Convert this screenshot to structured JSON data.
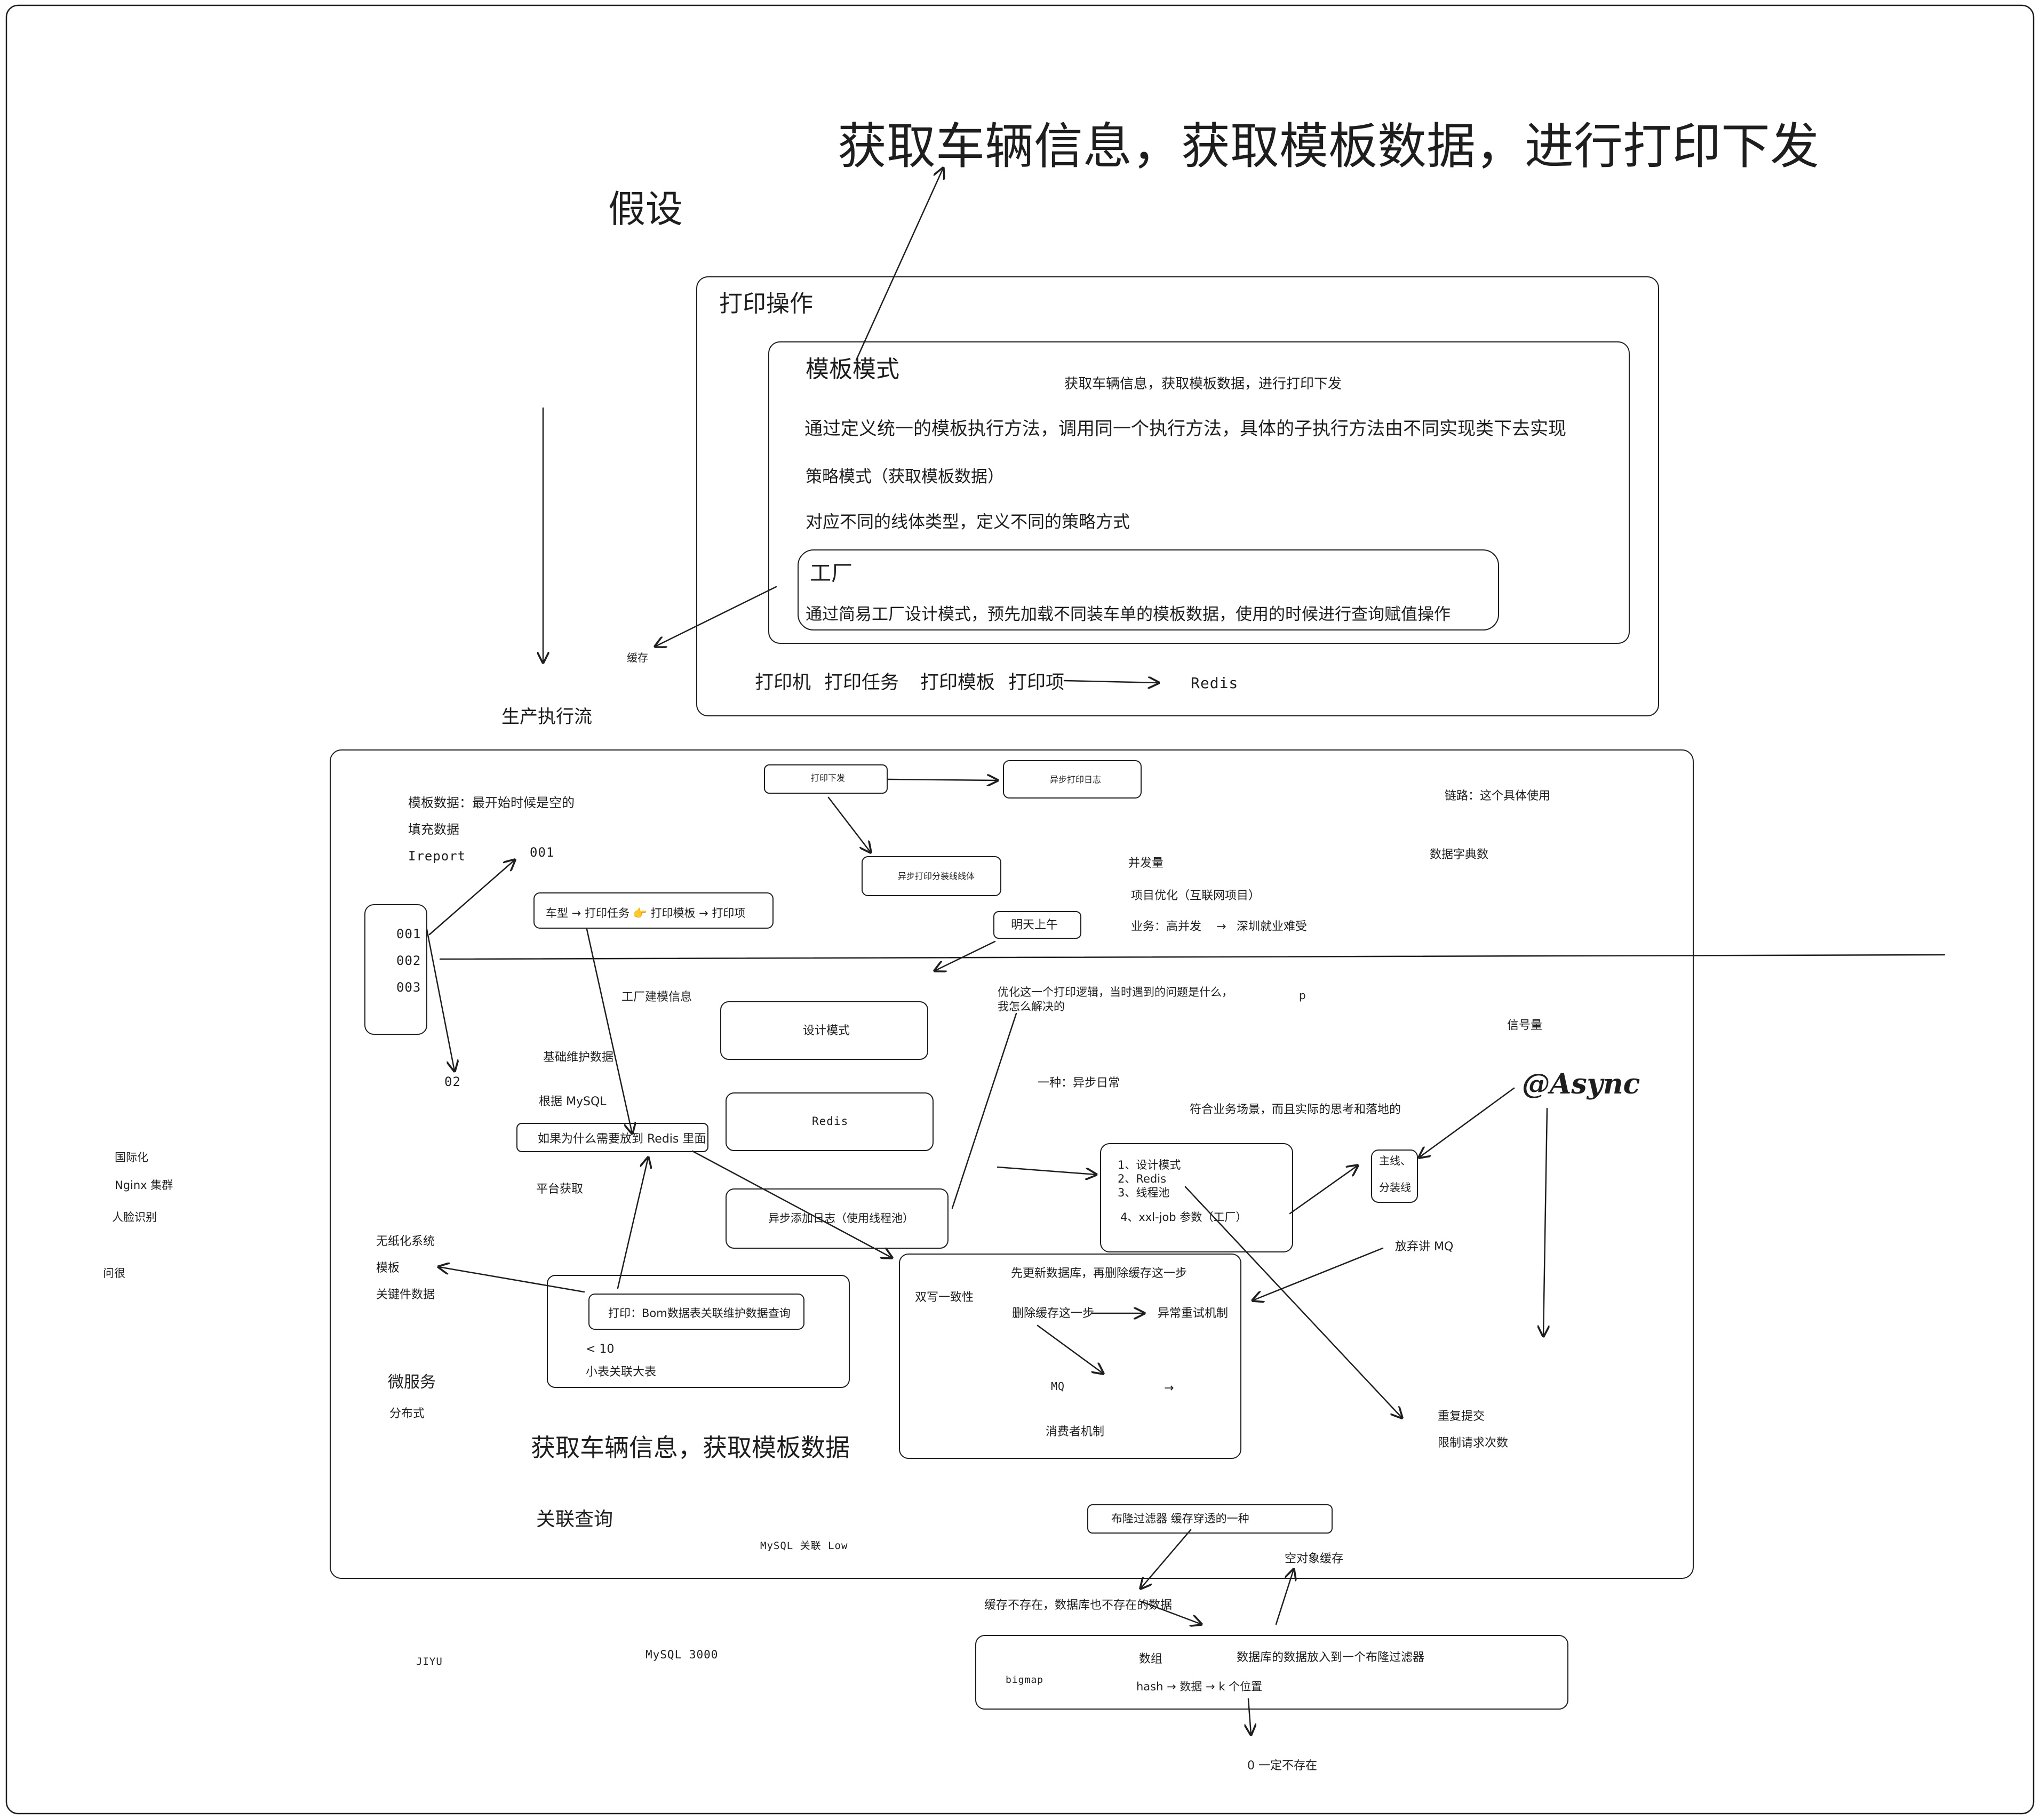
{
  "headline": "获取车辆信息，获取模板数据，进行打印下发",
  "assumption": "假设",
  "print_ops": {
    "title": "打印操作",
    "template_mode": "模板模式",
    "template_summary": "获取车辆信息，获取模板数据，进行打印下发",
    "template_desc": "通过定义统一的模板执行方法，调用同一个执行方法，具体的子执行方法由不同实现类下去实现",
    "strategy": "策略模式（获取模板数据）",
    "strategy_desc": "对应不同的线体类型，定义不同的策略方式",
    "factory": "工厂",
    "factory_desc": "通过简易工厂设计模式，预先加载不同装车单的模板数据，使用的时候进行查询赋值操作",
    "items": [
      "打印机",
      "打印任务",
      "打印模板",
      "打印项"
    ],
    "redis": "Redis",
    "cache": "缓存"
  },
  "production_flow": "生产执行流",
  "main": {
    "template_data_note": "模板数据：最开始时候是空的",
    "fill_data": "填充数据",
    "ireport": "Ireport",
    "code_001": "001",
    "codes": [
      "001",
      "002",
      "003"
    ],
    "code_02": "02",
    "print_chain": "车型 → 打印任务 👉 打印模板 → 打印项",
    "print_dispatch": "打印下发",
    "async_print_log": "异步打印日志",
    "async_print_thread": "异步打印分装线线体",
    "tomorrow": "明天上午",
    "concurrency": "并发量",
    "project_opt": "项目优化（互联网项目）",
    "business": "业务：高并发",
    "business_arrow": "→",
    "shenzhen": "深圳就业难受",
    "chain_note": "链路：这个具体使用",
    "dict_count": "数据字典数",
    "factory_info": "工厂建模信息",
    "design_pattern": "设计模式",
    "optimize_q": "优化这一个打印逻辑，当时遇到的问题是什么，\n我怎么解决的",
    "p": "p",
    "semaphore": "信号量",
    "basic_maint": "基础维护数据",
    "by_mysql": "根据 MySQL",
    "redis_box": "Redis",
    "why_redis": "如果为什么需要放到 Redis 里面",
    "one_kind": "一种：异步日常",
    "fit_business": "符合业务场景，而且实际的思考和落地的",
    "async": "@Async",
    "solutions": [
      "1、设计模式",
      "2、Redis",
      "3、线程池"
    ],
    "xxl_job": "4、xxl-job  参数（工厂）",
    "main_branch": [
      "主线、",
      "分装线"
    ],
    "platform_get": "平台获取",
    "async_log": "异步添加日志（使用线程池）",
    "paperless": "无纸化系统",
    "template_word": "模板",
    "key_data": "关键件数据",
    "bom_print": "打印：Bom数据表关联维护数据查询",
    "lt10": "< 10",
    "small_big": "小表关联大表",
    "double_write": "双写一致性",
    "update_db_first": "先更新数据库，再删除缓存这一步",
    "delete_cache": "删除缓存这一步",
    "retry": "异常重试机制",
    "mq": "MQ",
    "mq_arrow": "→",
    "consumer": "消费者机制",
    "abandon_mq": "放弃讲 MQ",
    "dup_submit": "重复提交",
    "limit_requests": "限制请求次数",
    "microservice": "微服务",
    "distributed": "分布式",
    "vehicle_template": "获取车辆信息，获取模板数据",
    "join_query": "关联查询",
    "mysql_join": "MySQL 关联 Low",
    "bloom": "布隆过滤器    缓存穿透的一种"
  },
  "left_notes": [
    "国际化",
    "Nginx 集群",
    "人脸识别",
    "问很"
  ],
  "bottom": {
    "jiyu": "JIYU",
    "mysql3000": "MySQL   3000",
    "cache_miss": "缓存不存在，数据库也不存在的数据",
    "empty_cache": "空对象缓存",
    "array": "数组",
    "db_to_bloom": "数据库的数据放入到一个布隆过滤器",
    "bigmap": "bigmap",
    "hash": "hash  → 数据 →  k 个位置",
    "zero": "0  一定不存在"
  }
}
